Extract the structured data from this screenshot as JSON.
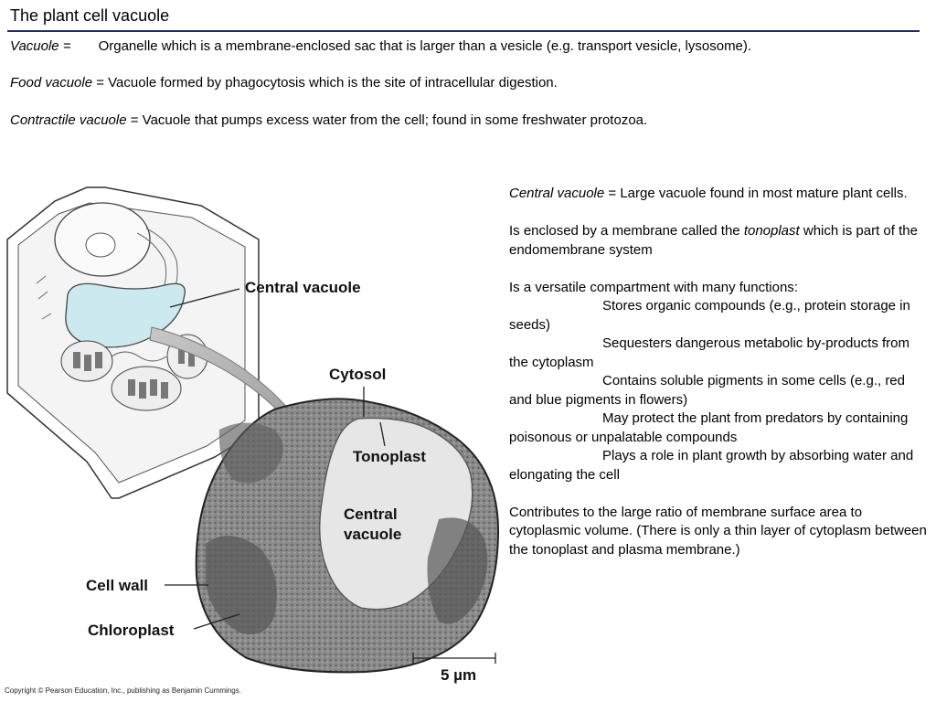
{
  "slide": {
    "title": "The plant cell vacuole",
    "copyright": "Copyright © Pearson Education, Inc., publishing as Benjamin Cummings."
  },
  "definitions": [
    {
      "term": "Vacuole =",
      "text": "Organelle which is a membrane-enclosed sac that is larger than a vesicle (e.g. transport vesicle, lysosome)."
    },
    {
      "term": "Food vacuole",
      "text": " = Vacuole formed by phagocytosis which is the site of intracellular digestion."
    },
    {
      "term": "Contractile vacuole",
      "text": " = Vacuole that pumps excess water from the cell; found in some freshwater protozoa."
    }
  ],
  "central": {
    "term": "Central vacuole",
    "def": " = Large vacuole found in most mature plant cells.",
    "tonoplast_pre": "Is enclosed by a membrane called the ",
    "tonoplast_term": "tonoplast",
    "tonoplast_post": " which is part of the endomembrane system",
    "functions_intro": "Is a versatile compartment with many functions:",
    "functions": [
      "Stores organic compounds (e.g., protein storage in seeds)",
      "Sequesters dangerous metabolic by-products from the cytoplasm",
      "Contains soluble pigments in some cells (e.g., red and blue pigments in flowers)",
      " May protect the plant from predators by containing poisonous or unpalatable compounds",
      "Plays a role in plant growth by absorbing water and elongating the cell"
    ],
    "ratio": "Contributes to the large ratio of membrane surface area to cytoplasmic volume. (There is only a thin layer of cytoplasm between the tonoplast and plasma membrane.)"
  },
  "figure": {
    "labels": {
      "central_vacuole_top": "Central vacuole",
      "cytosol": "Cytosol",
      "tonoplast": "Tonoplast",
      "central_vacuole_line1": "Central",
      "central_vacuole_line2": "vacuole",
      "cell_wall": "Cell wall",
      "chloroplast": "Chloroplast",
      "scale": "5 µm"
    }
  }
}
